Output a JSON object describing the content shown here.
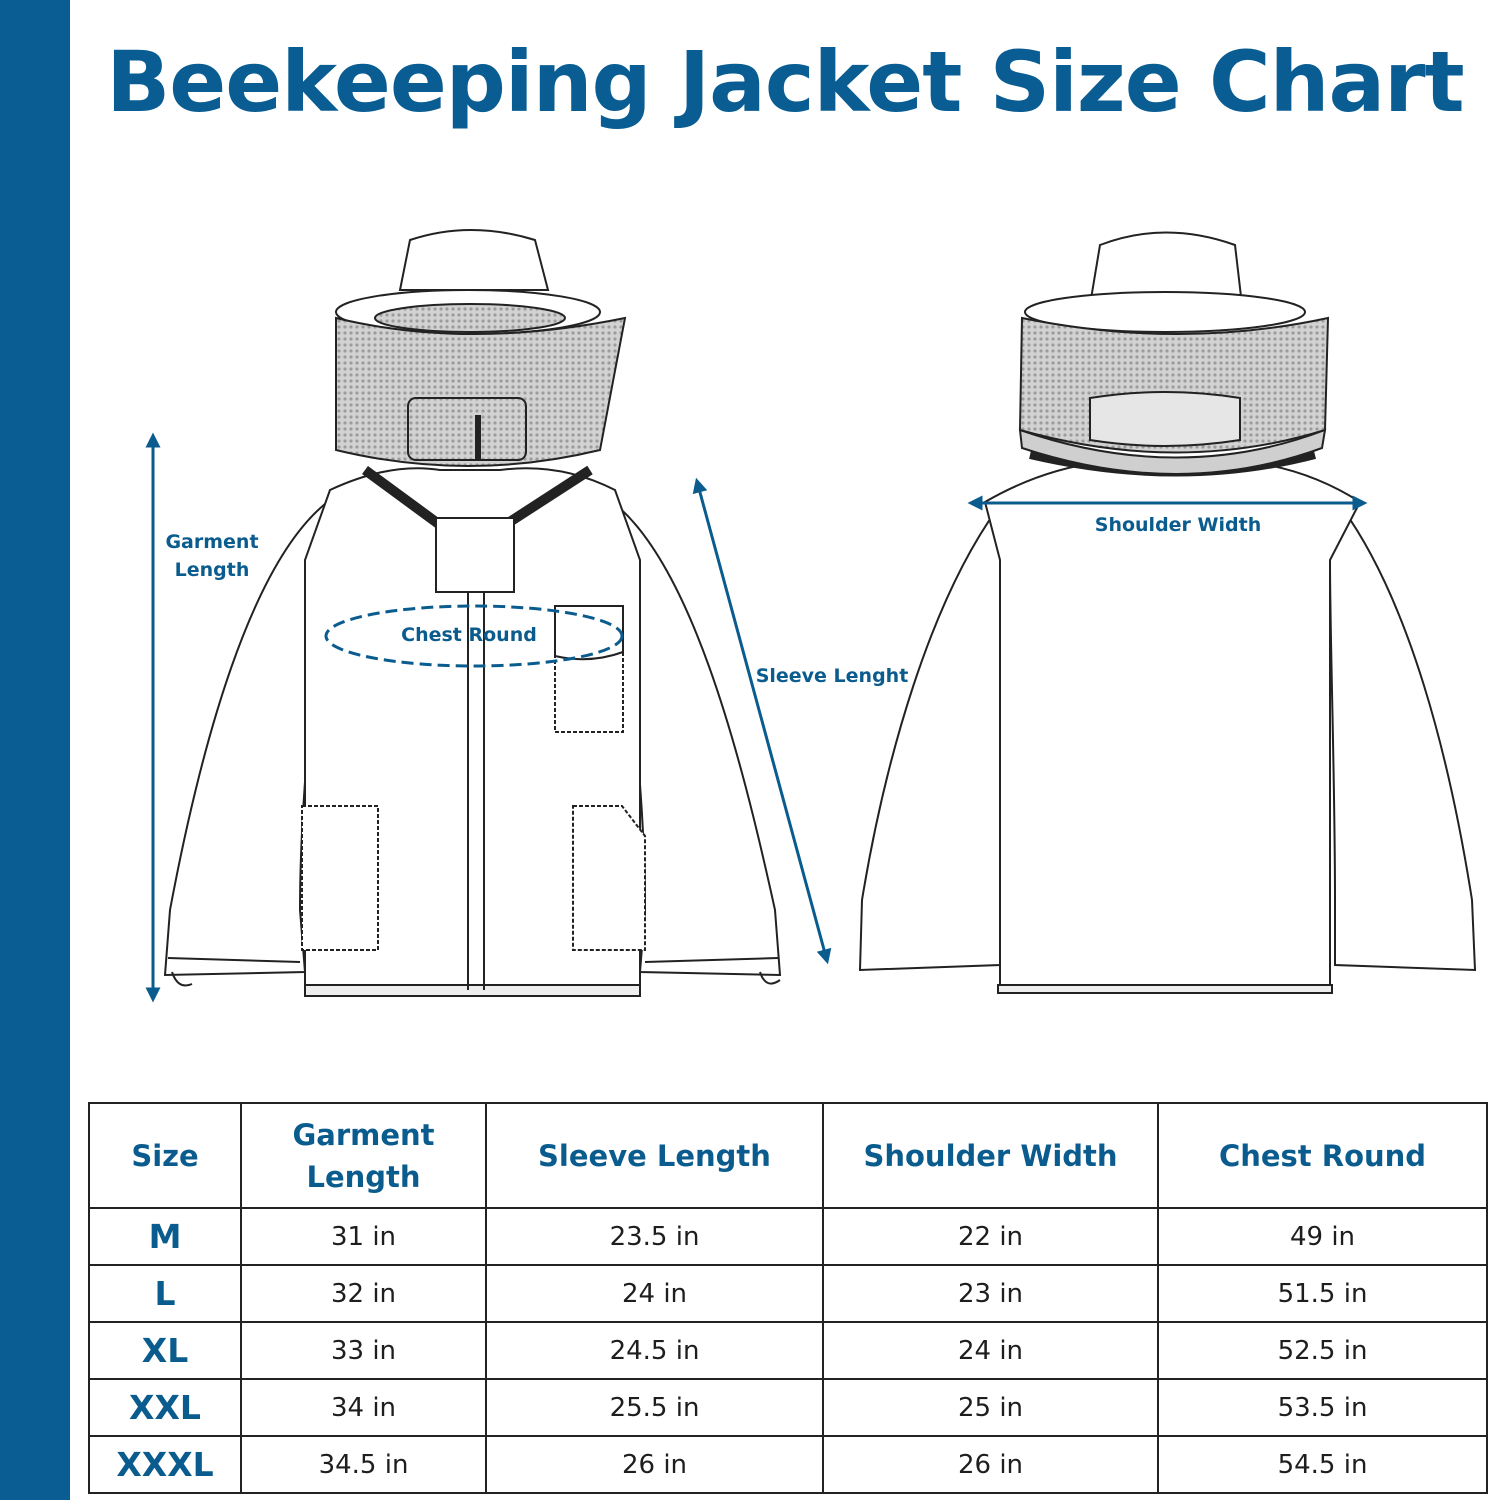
{
  "title": "Beekeeping Jacket Size Chart",
  "colors": {
    "brand_blue": "#0a5d92",
    "line": "#222222"
  },
  "labels": {
    "garment_length_1": "Garment",
    "garment_length_2": "Length",
    "chest_round": "Chest Round",
    "sleeve_length": "Sleeve Lenght",
    "shoulder_width": "Shoulder Width"
  },
  "table": {
    "headers": [
      "Size",
      "Garment Length",
      "Sleeve Length",
      "Shoulder Width",
      "Chest Round"
    ],
    "rows": [
      [
        "M",
        "31 in",
        "23.5 in",
        "22 in",
        "49 in"
      ],
      [
        "L",
        "32 in",
        "24 in",
        "23 in",
        "51.5 in"
      ],
      [
        "XL",
        "33 in",
        "24.5 in",
        "24 in",
        "52.5 in"
      ],
      [
        "XXL",
        "34 in",
        "25.5 in",
        "25 in",
        "53.5 in"
      ],
      [
        "XXXL",
        "34.5 in",
        "26 in",
        "26 in",
        "54.5 in"
      ]
    ]
  }
}
